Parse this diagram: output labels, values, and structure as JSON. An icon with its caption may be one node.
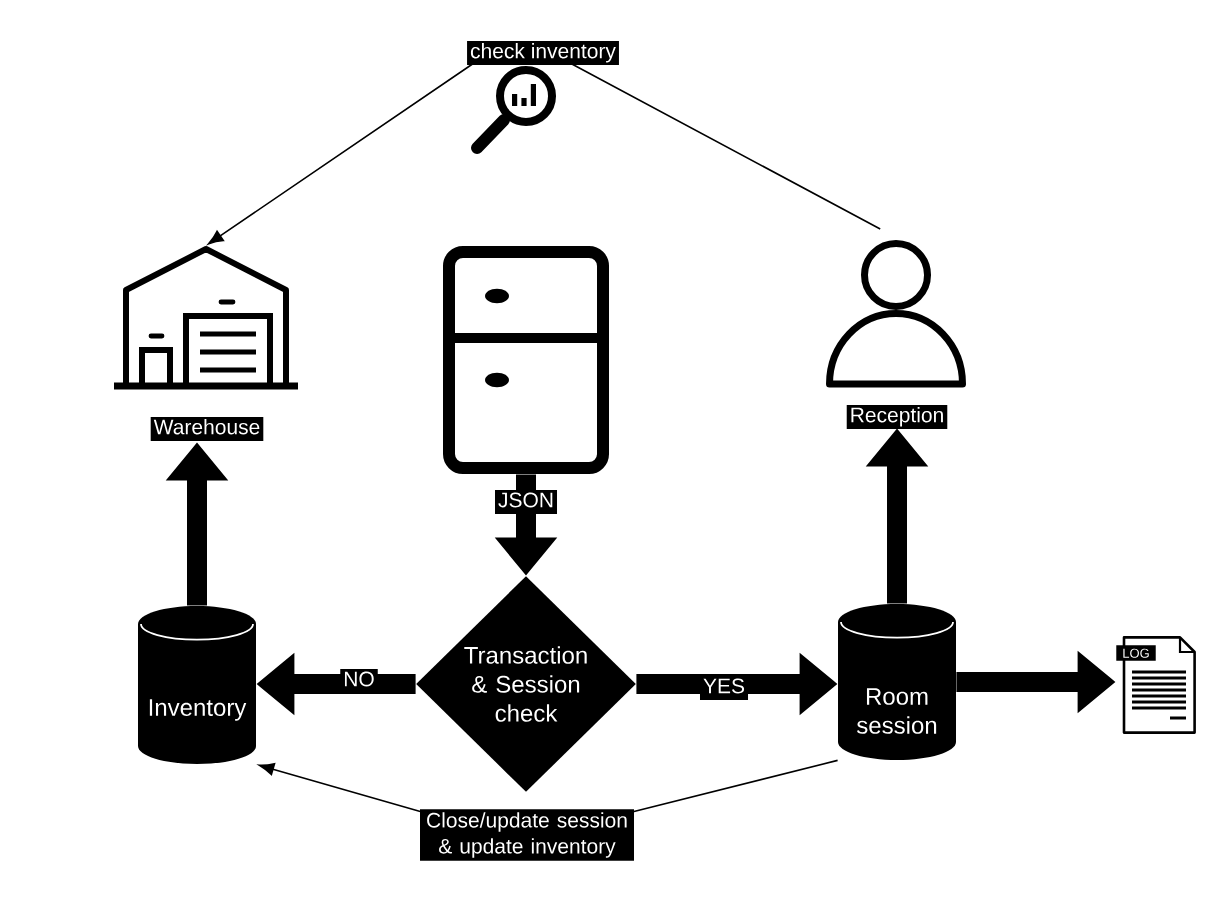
{
  "diagram": {
    "nodes": [
      {
        "text": [
          "Warehouse"
        ]
      },
      {
        "text": [],
        "shape": "picture"
      },
      {
        "text": [
          "Reception"
        ]
      },
      {
        "text": [
          "Inventory"
        ]
      },
      {
        "text": [
          "Transaction & Session check"
        ]
      },
      {
        "text": [
          "Room session"
        ]
      },
      {
        "text": [
          "LOG"
        ]
      }
    ],
    "edges": [
      {
        "from": 2,
        "to": 0,
        "arrow": "to",
        "label": "check inventory"
      },
      {
        "from": 3,
        "to": 0,
        "arrow": "to"
      },
      {
        "from": 1,
        "to": 4,
        "arrow": "to",
        "label": "JSON"
      },
      {
        "from": 4,
        "to": 3,
        "arrow": "to",
        "label": "NO"
      },
      {
        "from": 4,
        "to": 5,
        "arrow": "to",
        "label": "YES"
      },
      {
        "from": 5,
        "to": 2,
        "arrow": "to"
      },
      {
        "from": 5,
        "to": 6,
        "arrow": "to"
      },
      {
        "from": 5,
        "to": 3,
        "arrow": "to",
        "label": "Close/update session & update inventory"
      }
    ]
  }
}
